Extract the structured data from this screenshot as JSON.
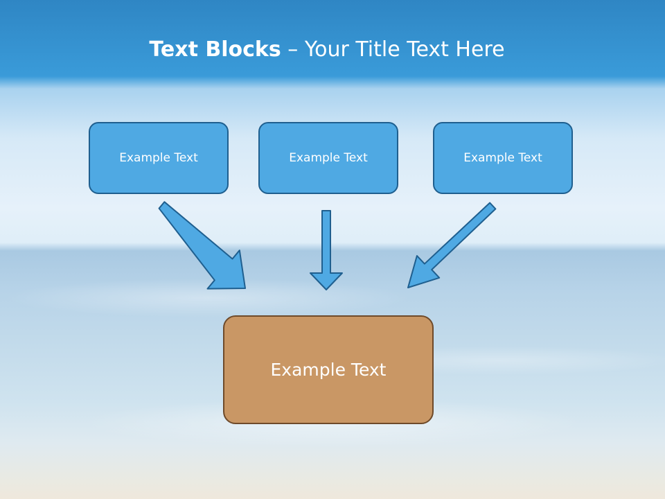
{
  "title": {
    "bold": "Text Blocks",
    "separator": " – ",
    "rest": "Your Title Text Here"
  },
  "blocks": {
    "top": [
      "Example Text",
      "Example Text",
      "Example Text"
    ],
    "bottom": "Example Text"
  },
  "colors": {
    "top_fill": "#4fa9e3",
    "top_border": "#1f5f8f",
    "bottom_fill": "#c99765",
    "bottom_border": "#6e4a2a",
    "arrow_fill": "#4fa9e3",
    "arrow_border": "#1f5f8f"
  }
}
